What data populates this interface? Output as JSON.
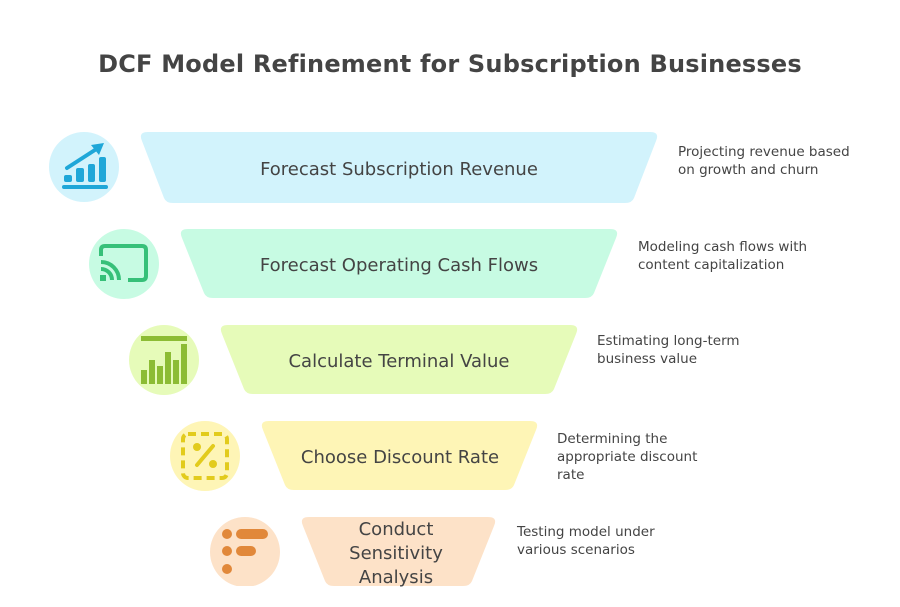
{
  "title": "DCF Model Refinement for Subscription Businesses",
  "steps": [
    {
      "label": "Forecast Subscription Revenue",
      "description": "Projecting revenue based on growth and churn",
      "icon": "growth-chart-icon",
      "fill": "#d2f3fc",
      "icon_bg": "#d2f3fc",
      "icon_color": "#1fa7d8"
    },
    {
      "label": "Forecast Operating Cash Flows",
      "description": "Modeling cash flows with content capitalization",
      "icon": "cast-icon",
      "fill": "#c7fbe3",
      "icon_bg": "#c7fbe3",
      "icon_color": "#36c079"
    },
    {
      "label": "Calculate Terminal Value",
      "description": "Estimating long-term business value",
      "icon": "bar-chart-icon",
      "fill": "#e6fbb9",
      "icon_bg": "#e6fbb9",
      "icon_color": "#8cbc34"
    },
    {
      "label": "Choose Discount Rate",
      "description": "Determining the appropriate discount rate",
      "icon": "percent-icon",
      "fill": "#fef5b6",
      "icon_bg": "#fef5b6",
      "icon_color": "#e2cb1c"
    },
    {
      "label": "Conduct Sensitivity Analysis",
      "description": "Testing model under various scenarios",
      "icon": "list-options-icon",
      "fill": "#fde2c8",
      "icon_bg": "#fde2c8",
      "icon_color": "#e1883a"
    }
  ]
}
